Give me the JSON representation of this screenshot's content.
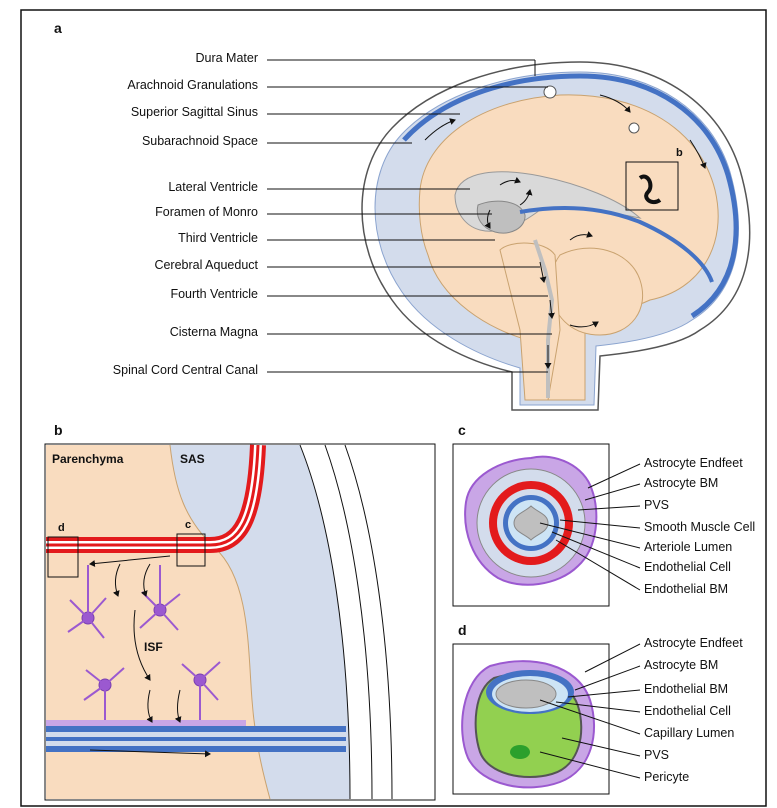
{
  "panels": {
    "a": "a",
    "b": "b",
    "c": "c",
    "d": "d",
    "b_box": "b",
    "c_box": "c",
    "d_box": "d"
  },
  "panel_a_labels": [
    "Dura Mater",
    "Arachnoid Granulations",
    "Superior Sagittal Sinus",
    "Subarachnoid Space",
    "Lateral Ventricle",
    "Foramen of Monro",
    "Third Ventricle",
    "Cerebral Aqueduct",
    "Fourth Ventricle",
    "Cisterna Magna",
    "Spinal Cord Central Canal"
  ],
  "panel_b": {
    "parenchyma": "Parenchyma",
    "sas": "SAS",
    "isf": "ISF"
  },
  "panel_c_labels": [
    "Astrocyte Endfeet",
    "Astrocyte BM",
    "PVS",
    "Smooth Muscle Cell",
    "Arteriole Lumen",
    "Endothelial Cell",
    "Endothelial BM"
  ],
  "panel_d_labels": [
    "Astrocyte Endfeet",
    "Astrocyte BM",
    "Endothelial BM",
    "Endothelial Cell",
    "Capillary Lumen",
    "PVS",
    "Pericyte"
  ],
  "colors": {
    "csf": "#d3dcec",
    "brain": "#f9dcbf",
    "vessel_blue": "#4472c4",
    "red": "#e31a1c",
    "astro": "#9b59d0",
    "astro_light": "#c9a6e6",
    "green": "#92d050",
    "gray": "#bfbfbf"
  }
}
